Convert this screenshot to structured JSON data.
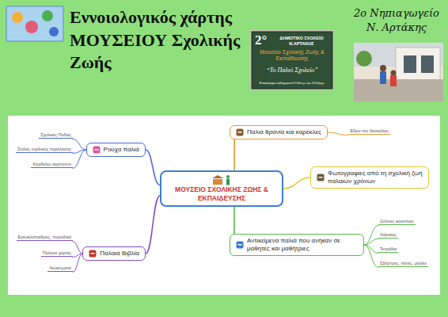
{
  "diagram": {
    "title": "Εννοιολογικός χάρτης ΜΟΥΣΕΙΟΥ Σχολικής Ζωής",
    "nodes": [
      {
        "text": [
          "ΜΟΥΣΕΙΟ ΣΧΟΛΙΚΗΣ ΖΩΗΣ & ΕΚΠΑΙΔΕΥΣΗΣ"
        ]
      },
      {
        "text": [
          "Ρούχα παλιά"
        ]
      },
      {
        "text": [
          "Σχολικές Ποδιές"
        ]
      },
      {
        "text": [
          "Στολές σχολικής παρέλασης"
        ]
      },
      {
        "text": [
          "Κορδέλες κοριτσιών"
        ]
      },
      {
        "text": [
          "Παλαιά Βιβλία"
        ]
      },
      {
        "text": [
          "Εγκυκλοπαίδειες, περιοδικά"
        ]
      },
      {
        "text": [
          "Παλαιοί χάρτες"
        ]
      },
      {
        "text": [
          "Λευκώματα"
        ]
      },
      {
        "text": [
          "Παλιά θρανία και καρέκλες"
        ]
      },
      {
        "text": [
          "Έδρα του δασκάλου"
        ]
      },
      {
        "text": [
          "Φωτογραφίες από τη σχολική ζωή παλαιών χρόνων"
        ]
      },
      {
        "text": [
          "Αντικείμενα παλιά που ανήκαν σε μαθητές και μαθήτριες"
        ]
      },
      {
        "text": [
          "Ξύλινες κασετίνες"
        ]
      },
      {
        "text": [
          "Χάρακες"
        ]
      },
      {
        "text": [
          "Τετράδια"
        ]
      },
      {
        "text": [
          "Σβήστρες, πένες, μελάνι"
        ]
      }
    ],
    "edges": [
      {
        "from": 0,
        "to": 1,
        "arrow": "none"
      },
      {
        "from": 1,
        "to": 2,
        "arrow": "none"
      },
      {
        "from": 1,
        "to": 3,
        "arrow": "none"
      },
      {
        "from": 1,
        "to": 4,
        "arrow": "none"
      },
      {
        "from": 0,
        "to": 5,
        "arrow": "none"
      },
      {
        "from": 5,
        "to": 6,
        "arrow": "none"
      },
      {
        "from": 5,
        "to": 7,
        "arrow": "none"
      },
      {
        "from": 5,
        "to": 8,
        "arrow": "none"
      },
      {
        "from": 0,
        "to": 9,
        "arrow": "none"
      },
      {
        "from": 9,
        "to": 10,
        "arrow": "none"
      },
      {
        "from": 0,
        "to": 11,
        "arrow": "none"
      },
      {
        "from": 0,
        "to": 12,
        "arrow": "none"
      },
      {
        "from": 12,
        "to": 13,
        "arrow": "none"
      },
      {
        "from": 12,
        "to": 14,
        "arrow": "none"
      },
      {
        "from": 12,
        "to": 15,
        "arrow": "none"
      },
      {
        "from": 12,
        "to": 16,
        "arrow": "none"
      }
    ],
    "labels": [
      "2ο Νηπιαγωγείο Ν. Αρτάκης",
      "2°",
      "ΔΗΜΟΤΙΚΟ ΣΧΟΛΕΙΟ Ν.ΑΡΤΑΚΗΣ",
      "Μουσείο Σχολικής Ζωής & Εκπαίδευσης",
      "“Το Παλιό Σχολείο”",
      "Επισκέψιμο καθημερινά 9:00π.μ. ως 13:00μ.μ."
    ]
  }
}
